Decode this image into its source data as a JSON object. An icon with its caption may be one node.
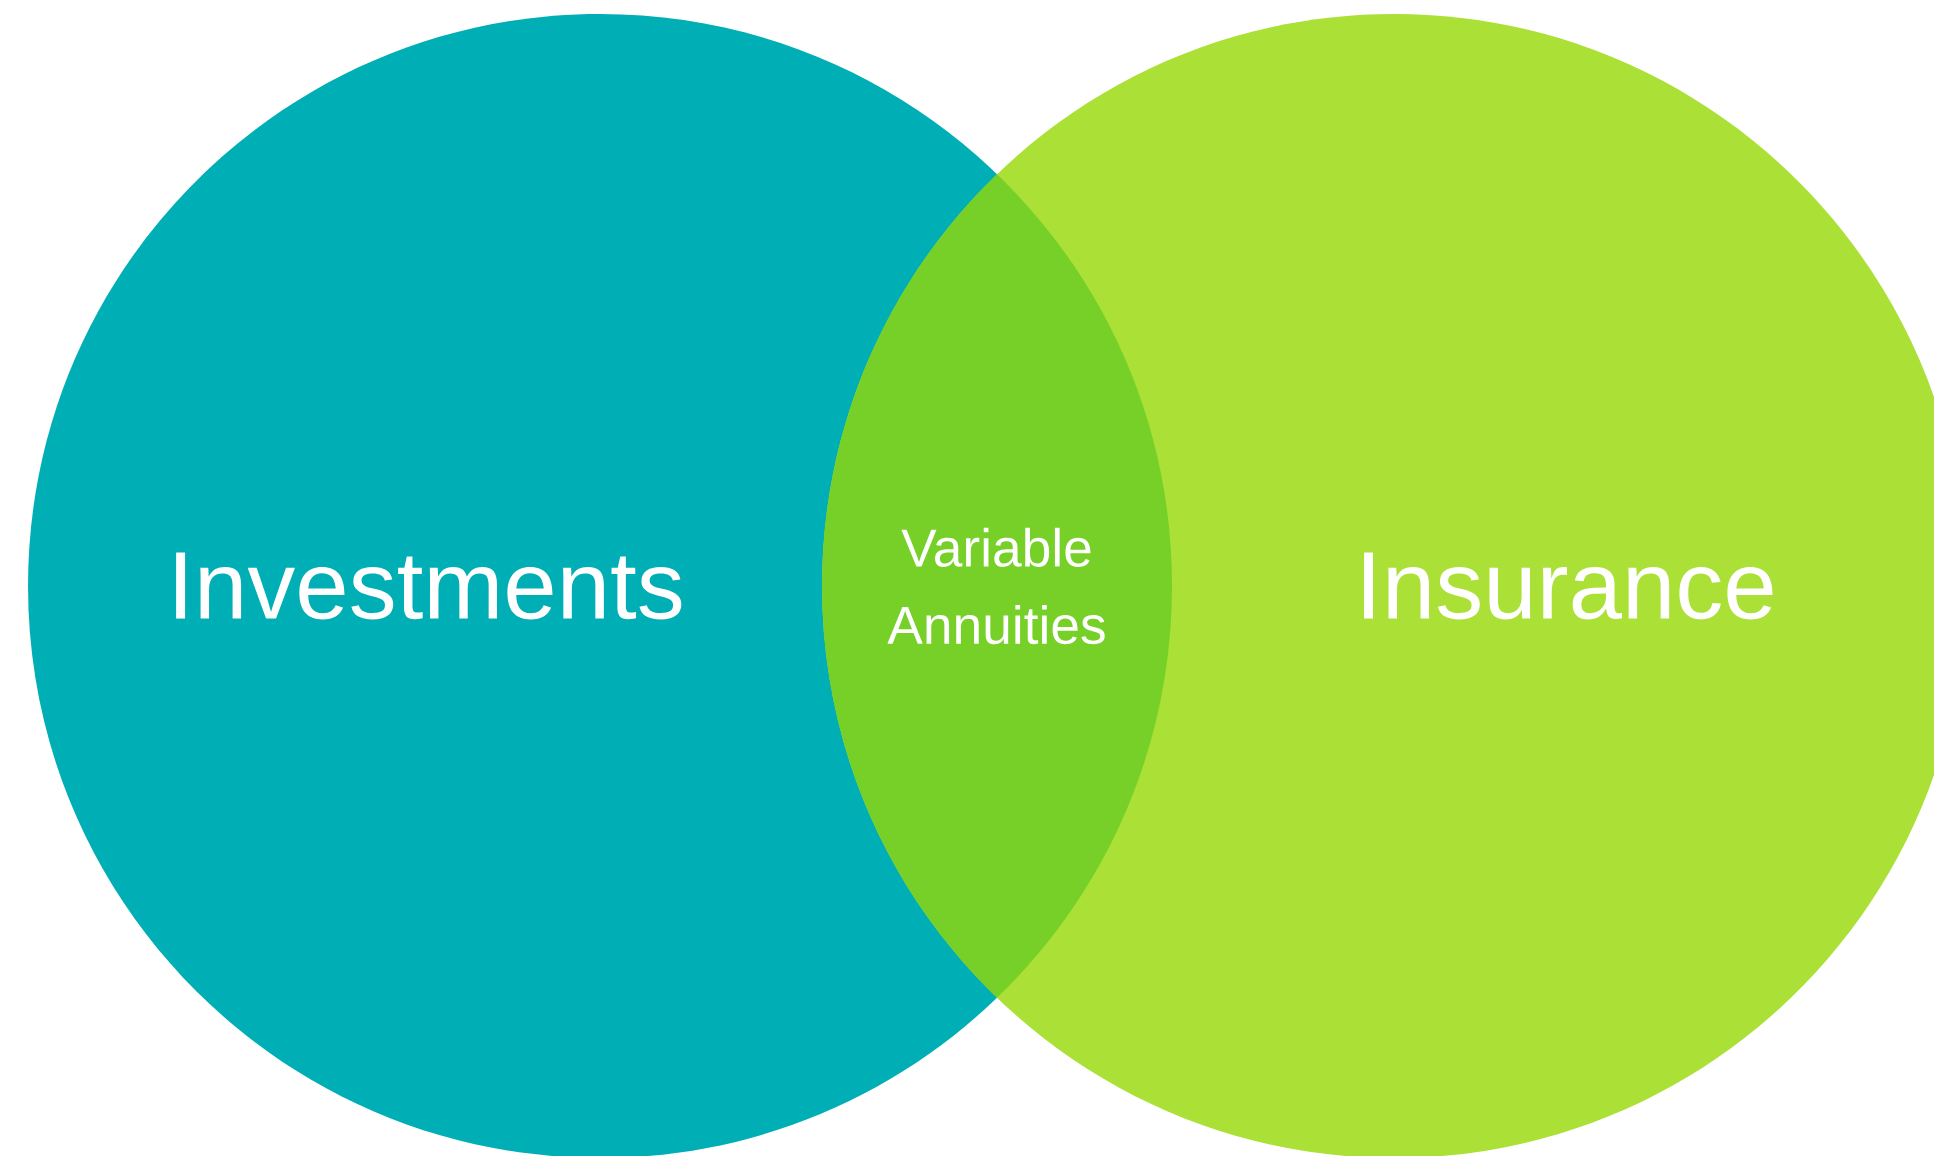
{
  "diagram": {
    "nodes": [
      {
        "text": [
          "Investments"
        ]
      },
      {
        "text": [
          "Insurance"
        ]
      },
      {
        "text": [
          "Variable Annuities"
        ]
      }
    ]
  }
}
